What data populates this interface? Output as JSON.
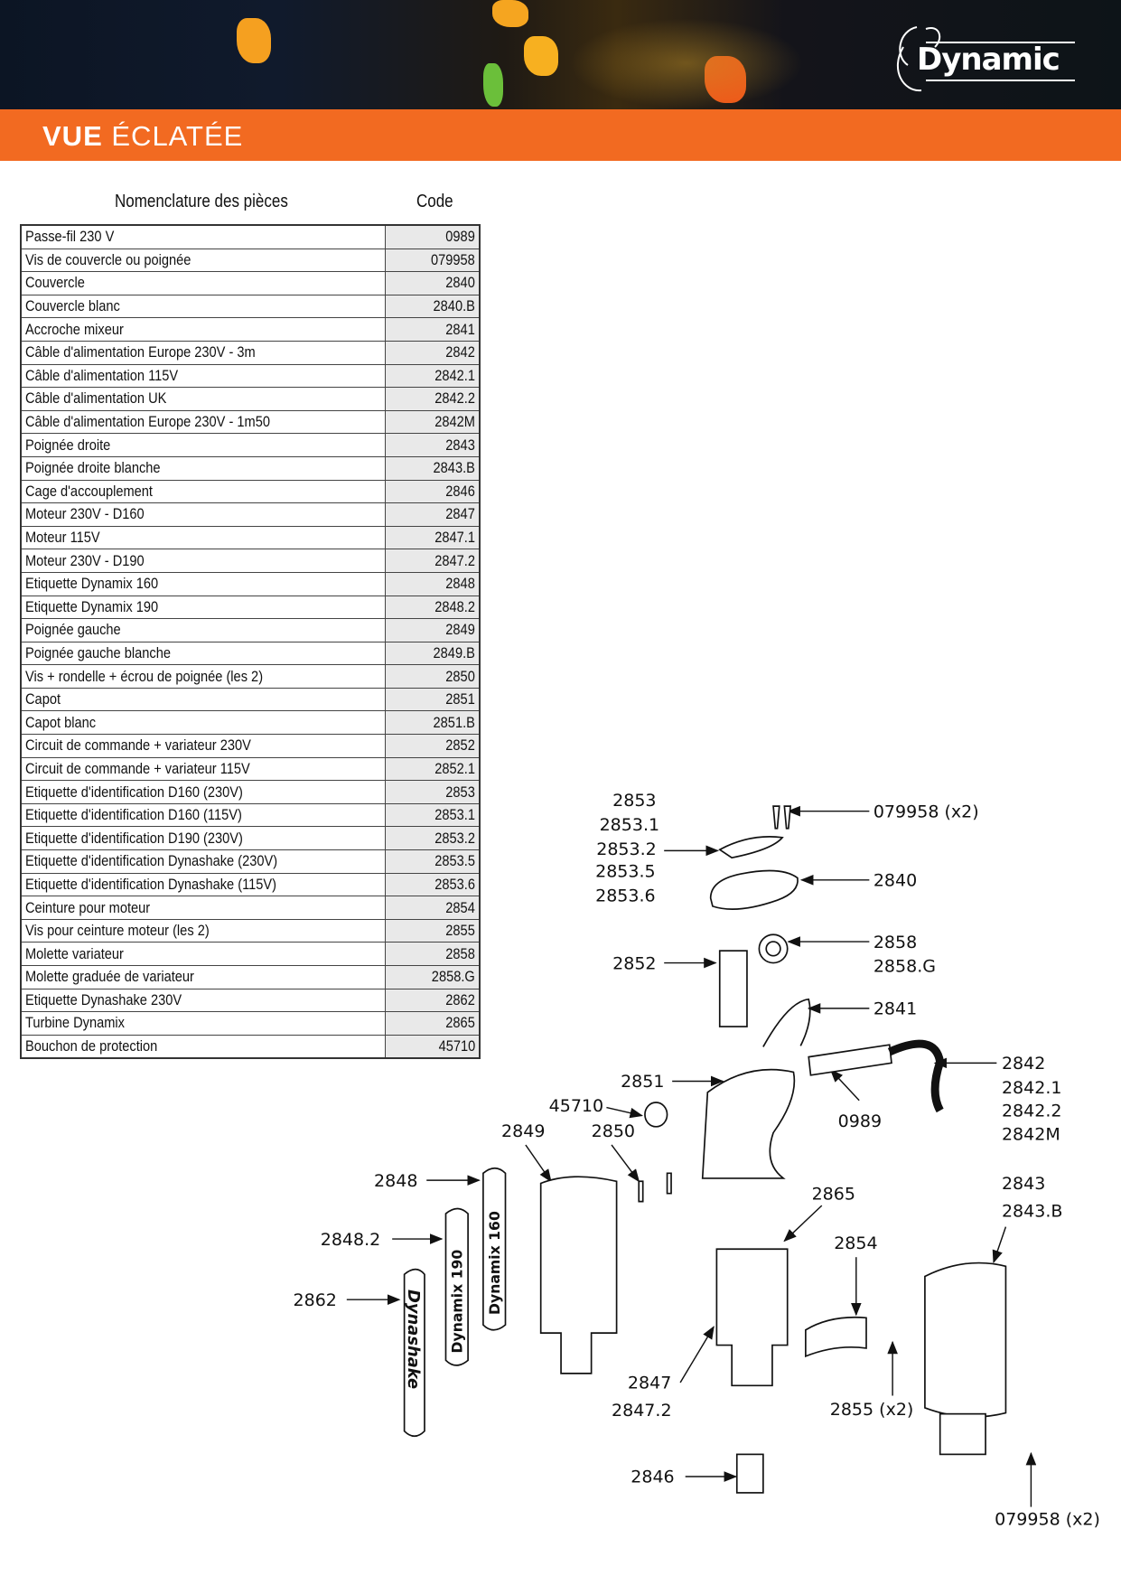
{
  "header": {
    "brand": "Dynamic",
    "title_bold": "VUE",
    "title_light": "ÉCLATÉE"
  },
  "table": {
    "headers": {
      "name": "Nomenclature des pièces",
      "code": "Code"
    },
    "rows": [
      {
        "name": "Passe-fil 230 V",
        "code": "0989"
      },
      {
        "name": "Vis de couvercle ou poignée",
        "code": "079958"
      },
      {
        "name": "Couvercle",
        "code": "2840"
      },
      {
        "name": "Couvercle blanc",
        "code": "2840.B"
      },
      {
        "name": "Accroche mixeur",
        "code": "2841"
      },
      {
        "name": "Câble d'alimentation Europe 230V - 3m",
        "code": "2842"
      },
      {
        "name": "Câble d'alimentation 115V",
        "code": "2842.1"
      },
      {
        "name": "Câble d'alimentation UK",
        "code": "2842.2"
      },
      {
        "name": "Câble d'alimentation Europe 230V - 1m50",
        "code": "2842M"
      },
      {
        "name": "Poignée droite",
        "code": "2843"
      },
      {
        "name": "Poignée droite blanche",
        "code": "2843.B"
      },
      {
        "name": "Cage d'accouplement",
        "code": "2846"
      },
      {
        "name": "Moteur 230V - D160",
        "code": "2847"
      },
      {
        "name": "Moteur 115V",
        "code": "2847.1"
      },
      {
        "name": "Moteur 230V - D190",
        "code": "2847.2"
      },
      {
        "name": "Etiquette Dynamix 160",
        "code": "2848"
      },
      {
        "name": "Etiquette Dynamix 190",
        "code": "2848.2"
      },
      {
        "name": "Poignée gauche",
        "code": "2849"
      },
      {
        "name": "Poignée gauche blanche",
        "code": "2849.B"
      },
      {
        "name": "Vis + rondelle + écrou de poignée (les 2)",
        "code": "2850"
      },
      {
        "name": "Capot",
        "code": "2851"
      },
      {
        "name": "Capot blanc",
        "code": "2851.B"
      },
      {
        "name": "Circuit de commande + variateur 230V",
        "code": "2852"
      },
      {
        "name": "Circuit de commande + variateur 115V",
        "code": "2852.1"
      },
      {
        "name": "Etiquette d'identification D160 (230V)",
        "code": "2853"
      },
      {
        "name": "Etiquette d'identification D160 (115V)",
        "code": "2853.1"
      },
      {
        "name": "Etiquette d'identification D190 (230V)",
        "code": "2853.2"
      },
      {
        "name": "Etiquette d'identification Dynashake (230V)",
        "code": "2853.5"
      },
      {
        "name": "Etiquette d'identification Dynashake (115V)",
        "code": "2853.6"
      },
      {
        "name": "Ceinture pour moteur",
        "code": "2854"
      },
      {
        "name": "Vis pour ceinture moteur (les 2)",
        "code": "2855"
      },
      {
        "name": "Molette variateur",
        "code": "2858"
      },
      {
        "name": "Molette graduée de variateur",
        "code": "2858.G"
      },
      {
        "name": "Etiquette Dynashake 230V",
        "code": "2862"
      },
      {
        "name": "Turbine Dynamix",
        "code": "2865"
      },
      {
        "name": "Bouchon de protection",
        "code": "45710"
      }
    ]
  },
  "diagram": {
    "labels": {
      "l2853": "2853",
      "l2853_1": "2853.1",
      "l2853_2": "2853.2",
      "l2853_5": "2853.5",
      "l2853_6": "2853.6",
      "screws_top": "079958 (x2)",
      "l2840": "2840",
      "l2858": "2858",
      "l2858g": "2858.G",
      "l2852": "2852",
      "l2841": "2841",
      "l2842": "2842",
      "l2842_1": "2842.1",
      "l2842_2": "2842.2",
      "l2842m": "2842M",
      "l2851": "2851",
      "l0989": "0989",
      "l45710": "45710",
      "l2849": "2849",
      "l2850": "2850",
      "l2848": "2848",
      "l2843": "2843",
      "l2843b": "2843.B",
      "l2865": "2865",
      "l2848_2": "2848.2",
      "l2854": "2854",
      "l2862": "2862",
      "l2847": "2847",
      "l2847_2": "2847.2",
      "l2855": "2855 (x2)",
      "l2846": "2846",
      "screws_bottom": "079958 (x2)"
    },
    "sticker_texts": {
      "d160": "Dynamix 160",
      "d190": "Dynamix 190",
      "shake": "Dynashake"
    }
  }
}
